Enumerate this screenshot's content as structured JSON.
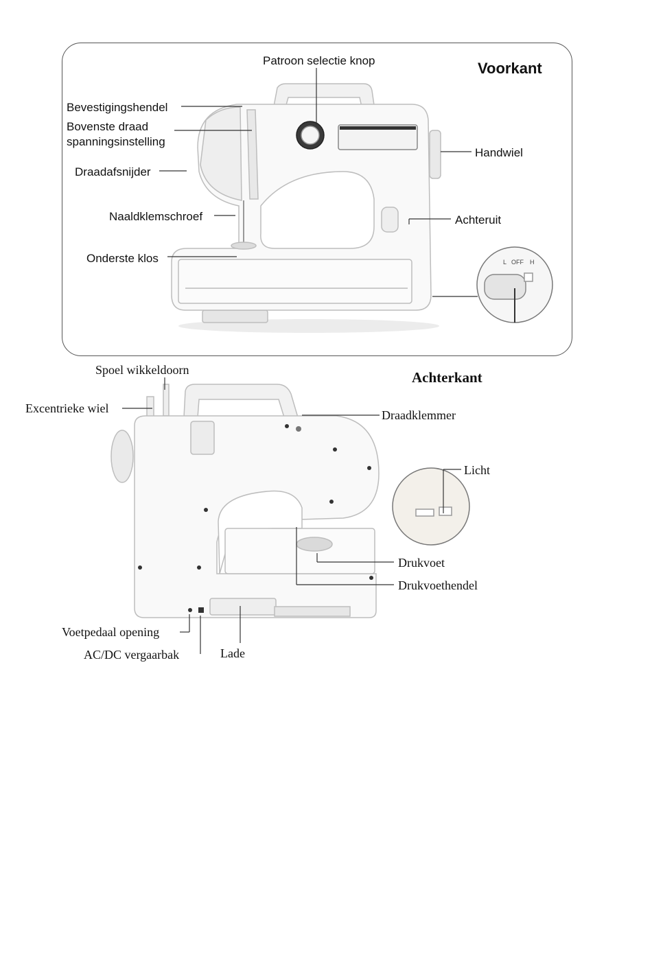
{
  "front": {
    "title": "Voorkant",
    "labels": {
      "pattern_knob": "Patroon selectie knop",
      "fixing_lever": "Bevestigingshendel",
      "thread_tension_1": "Bovenste draad",
      "thread_tension_2": "spanningsinstelling",
      "thread_cutter": "Draadafsnijder",
      "needle_clamp": "Naaldklemschroef",
      "bobbin": "Onderste klos",
      "handwheel": "Handwiel",
      "reverse": "Achteruit"
    },
    "switch": {
      "l": "L",
      "off": "OFF",
      "h": "H"
    }
  },
  "back": {
    "title": "Achterkant",
    "labels": {
      "spool_pin": "Spoel wikkeldoorn",
      "eccentric_wheel": "Excentrieke wiel",
      "thread_guide": "Draadklemmer",
      "light": "Licht",
      "presser_foot": "Drukvoet",
      "presser_lever": "Drukvoethendel",
      "pedal_socket": "Voetpedaal opening",
      "adapter_socket": "AC/DC vergaarbak",
      "drawer": "Lade"
    }
  }
}
